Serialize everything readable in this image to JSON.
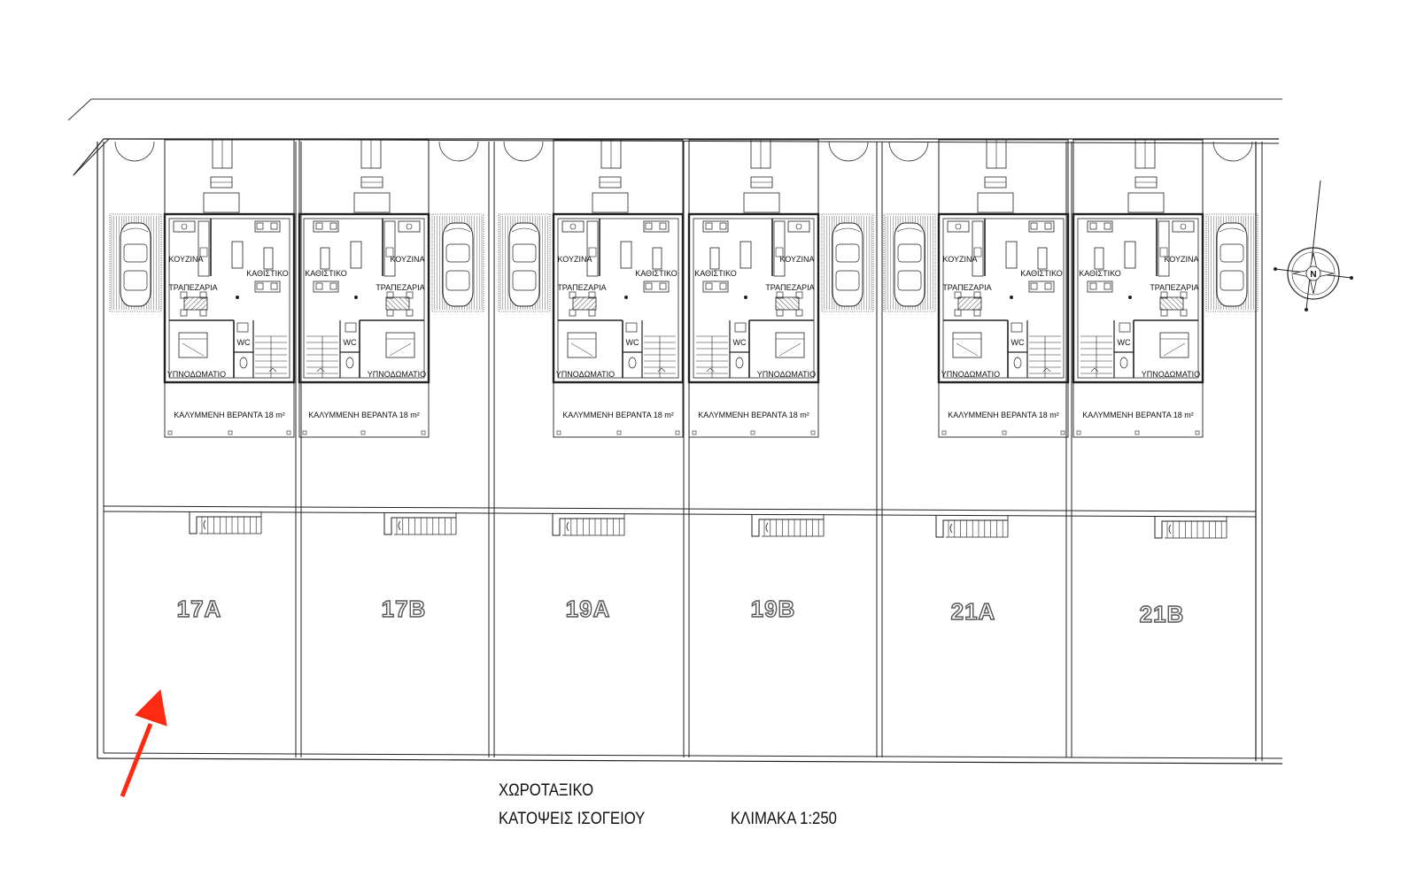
{
  "units": [
    {
      "id": "17A",
      "mirror": false
    },
    {
      "id": "17B",
      "mirror": true
    },
    {
      "id": "19A",
      "mirror": false
    },
    {
      "id": "19B",
      "mirror": true
    },
    {
      "id": "21A",
      "mirror": false
    },
    {
      "id": "21B",
      "mirror": true
    }
  ],
  "rooms": {
    "kitchen": "ΚΟΥΖΙΝΑ",
    "living": "ΚΑΘΙΣΤΙΚΟ",
    "dining": "ΤΡΑΠΕΖΑΡΙΑ",
    "bedroom": "ΥΠΝΟΔΩΜΑΤΙΟ",
    "wc": "WC",
    "veranda": "ΚΑΛΥΜΜΕΝΗ ΒΕΡΑΝΤΑ 18 m²"
  },
  "title": {
    "line1": "ΧΩΡΟΤΑΞΙΚΟ",
    "line2": "ΚΑΤΟΨΕΙΣ ΙΣΟΓΕΙΟΥ",
    "scale": "ΚΛΙΜΑΚΑ 1:250"
  },
  "north_label": "N",
  "colors": {
    "arrow": "#ff2a12",
    "line": "#222222"
  }
}
